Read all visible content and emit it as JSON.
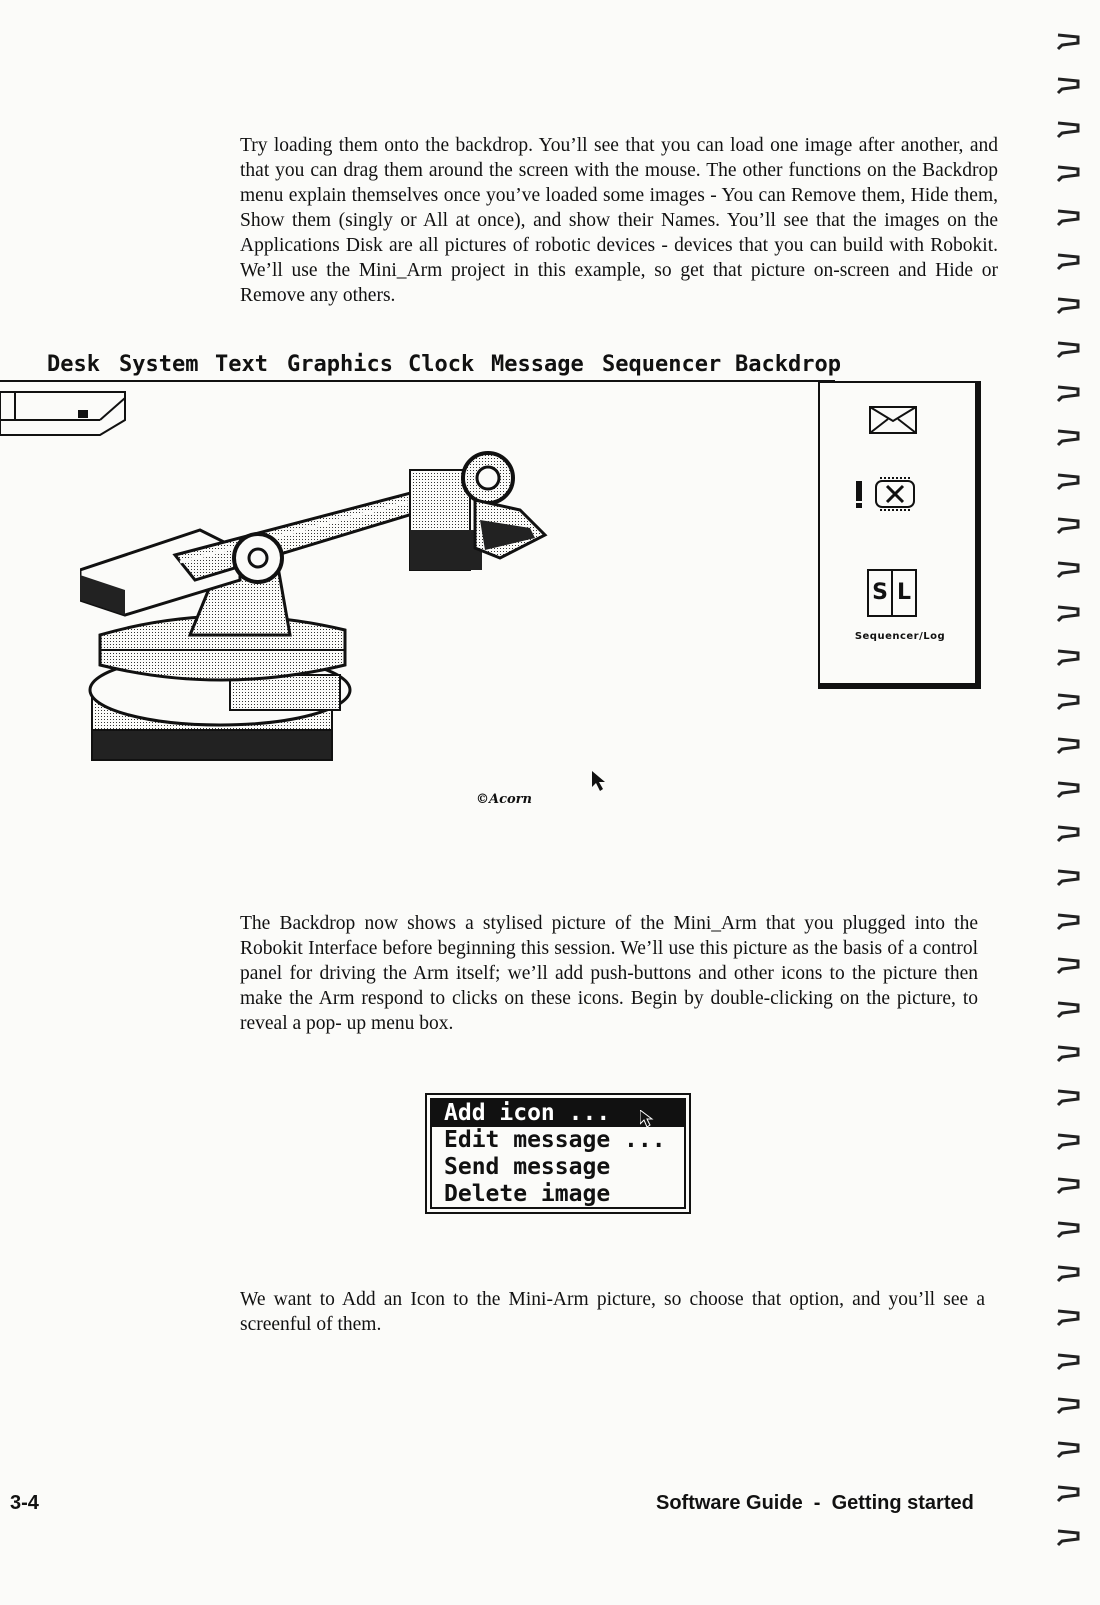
{
  "body": {
    "paragraph_1": "Try loading them onto the backdrop. You’ll see that you can load one image after another, and that you can drag them around the screen with the mouse. The other functions on the Backdrop menu explain themselves once you’ve loaded some images - You can Remove them, Hide them, Show them (singly or All at once), and show their Names. You’ll see that the images on the Applications Disk are all pictures of robotic devices - devices that you can build with Robokit. We’ll use the Mini_Arm project in this example, so get that picture on-screen and Hide or Remove any others.",
    "paragraph_2": "The Backdrop now shows a stylised picture of the Mini_Arm that you plugged into the Robokit Interface before beginning this session. We’ll use this picture as the basis of a control panel for driving the Arm itself; we’ll add push-buttons and other icons to the picture then make the Arm respond to clicks on these icons. Begin by double-clicking on the picture, to reveal a pop- up menu box.",
    "paragraph_3": "We want to Add an Icon to the Mini-Arm picture, so choose that option, and you’ll see a screenful of them."
  },
  "screen": {
    "menu": {
      "desk": "Desk",
      "system": "System",
      "text": "Text",
      "graphics": "Graphics",
      "clock": "Clock",
      "message": "Message",
      "sequencer": "Sequencer",
      "backdrop": "Backdrop"
    },
    "panel": {
      "icons": [
        "envelope-icon",
        "clock-chip-icon",
        "sequencer-log-icon"
      ],
      "sequencer_letters": [
        "S",
        "L"
      ],
      "sequencer_label": "Sequencer/Log"
    },
    "logo_text": "Acorn"
  },
  "popup_menu": {
    "items": [
      "Add icon ...",
      "Edit message ...",
      "Send message",
      "Delete image"
    ],
    "selected_index": 0
  },
  "footer": {
    "page_number": "3-4",
    "title": "Software Guide  -  Getting started"
  }
}
